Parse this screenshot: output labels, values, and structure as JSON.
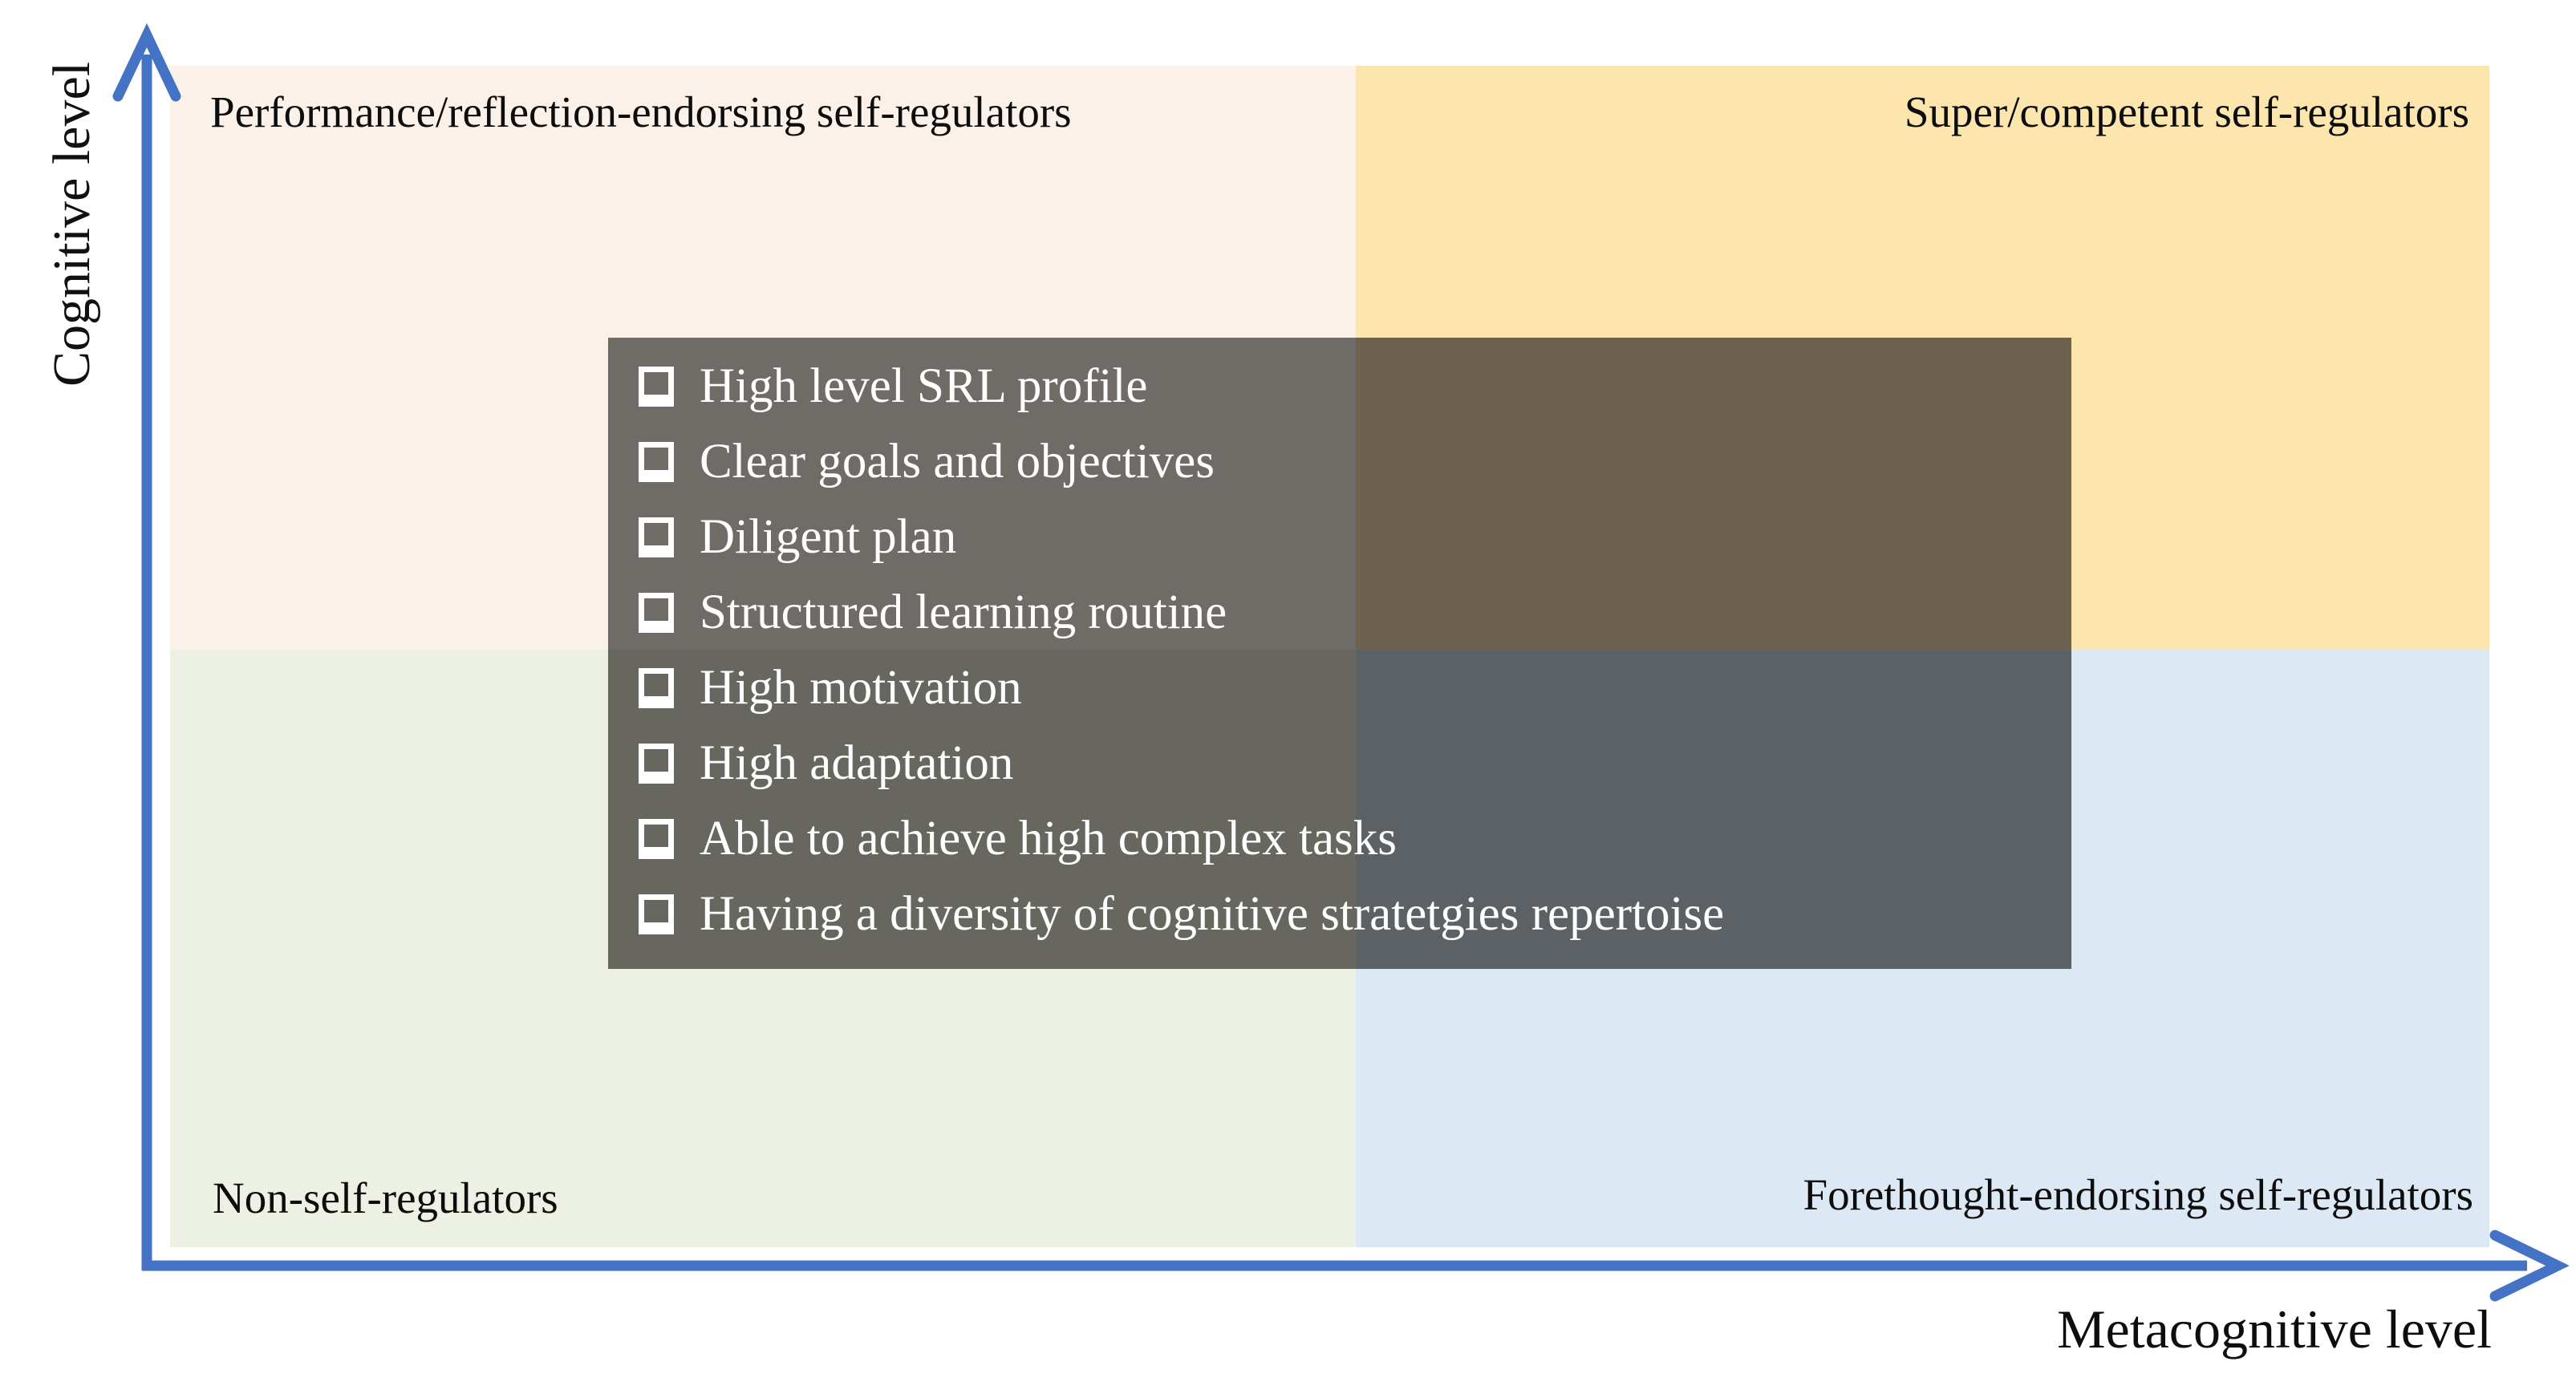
{
  "figure": {
    "title_context": "SRL quadrant diagram",
    "axes": {
      "y_label": "Cognitive level",
      "x_label": "Metacognitive level",
      "color": "#4472C4"
    },
    "quadrants": [
      {
        "id": "top-left",
        "label": "Performance/reflection-endorsing self-regulators",
        "bg": "#FBF1E8",
        "overlay_bg": "#6F6B66"
      },
      {
        "id": "top-right",
        "label": "Super/competent self-regulators",
        "bg": "#FCE6AE",
        "overlay_bg": "#6C624E"
      },
      {
        "id": "bottom-left",
        "label": "Non-self-regulators",
        "bg": "#ECF1E3",
        "overlay_bg": "#67665F"
      },
      {
        "id": "bottom-right",
        "label": "Forethought-endorsing self-regulators",
        "bg": "#DCE9F5",
        "overlay_bg": "#5C6166"
      }
    ],
    "checklist": {
      "text_color": "#FFFFFF",
      "checkbox_icon": "open-square-checkbox",
      "items": [
        "High level SRL profile",
        "Clear goals and objectives",
        "Diligent plan",
        "Structured learning routine",
        "High motivation",
        "High adaptation",
        "Able to achieve high complex tasks",
        "Having a diversity of cognitive stratetgies repertoise"
      ]
    }
  }
}
